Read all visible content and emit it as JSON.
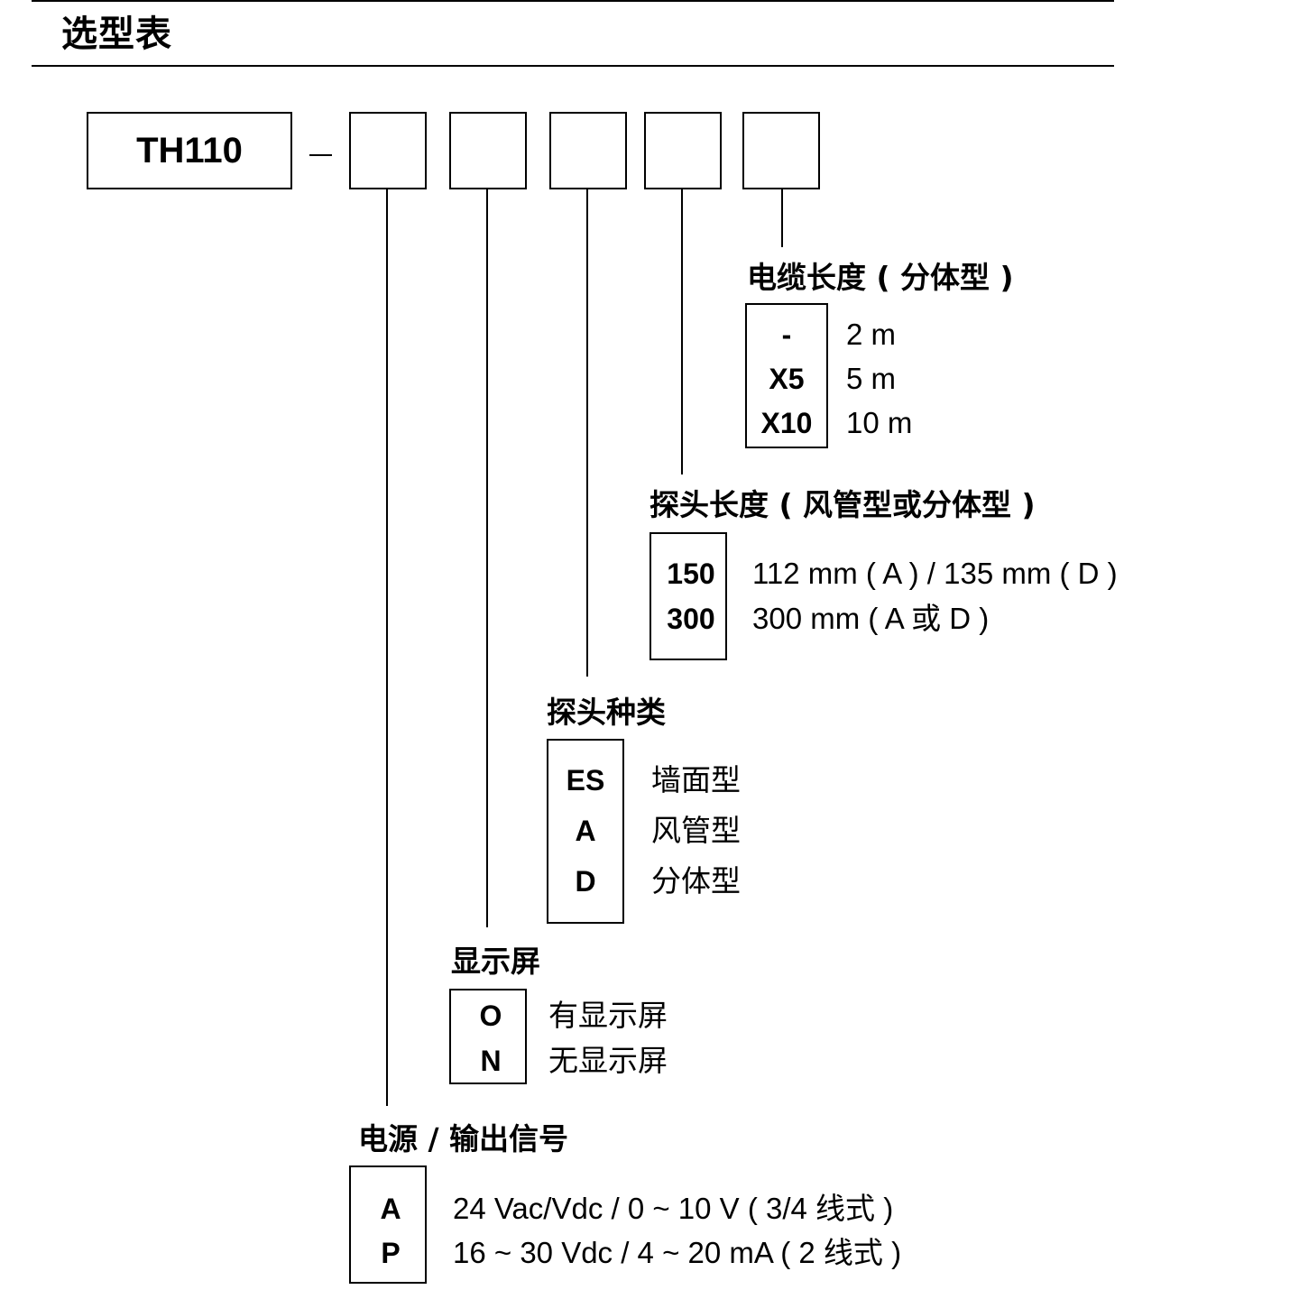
{
  "title": "选型表",
  "model": "TH110",
  "separator": "–",
  "groups": {
    "cable": {
      "heading": "电缆长度 ( 分体型 )",
      "options": [
        {
          "code": "-",
          "desc": "2 m"
        },
        {
          "code": "X5",
          "desc": "5 m"
        },
        {
          "code": "X10",
          "desc": "10 m"
        }
      ]
    },
    "probe_length": {
      "heading": "探头长度 ( 风管型或分体型 )",
      "options": [
        {
          "code": "150",
          "desc": "112 mm ( A ) / 135 mm ( D )"
        },
        {
          "code": "300",
          "desc": "300 mm ( A  或  D )"
        }
      ]
    },
    "probe_type": {
      "heading": "探头种类",
      "options": [
        {
          "code": "ES",
          "desc": "墙面型"
        },
        {
          "code": "A",
          "desc": "风管型"
        },
        {
          "code": "D",
          "desc": "分体型"
        }
      ]
    },
    "display": {
      "heading": "显示屏",
      "options": [
        {
          "code": "O",
          "desc": "有显示屏"
        },
        {
          "code": "N",
          "desc": "无显示屏"
        }
      ]
    },
    "power": {
      "heading": "电源 / 输出信号",
      "options": [
        {
          "code": "A",
          "desc": "24 Vac/Vdc / 0 ~ 10 V ( 3/4 线式 )"
        },
        {
          "code": "P",
          "desc": "16 ~ 30 Vdc / 4 ~ 20 mA ( 2 线式 )"
        }
      ]
    }
  }
}
